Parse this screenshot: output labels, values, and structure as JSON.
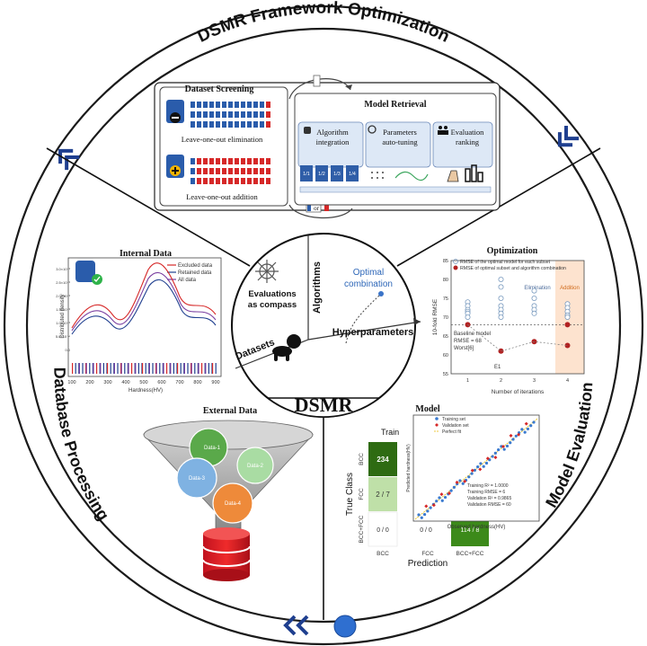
{
  "ring": {
    "title": "DSMR Framework Optimization",
    "left": "Database Processing",
    "right": "Model Evaluation"
  },
  "center": {
    "title": "DSMR",
    "algorithms": "Algorithms",
    "hyperparameters": "Hyperparameters",
    "datasets": "Datasets",
    "compass_line1": "Evaluations",
    "compass_line2": "as compass",
    "optimal_line1": "Optimal",
    "optimal_line2": "combination"
  },
  "screening": {
    "title": "Dataset Screening",
    "elimination": "Leave-one-out elimination",
    "addition": "Leave-one-out addition",
    "or": "or"
  },
  "retrieval": {
    "title": "Model Retrieval",
    "algorithm": [
      "Algorithm",
      "integration"
    ],
    "parameters": [
      "Parameters",
      "auto-tuning"
    ],
    "evaluation": [
      "Evaluation",
      "ranking"
    ],
    "cards": [
      "1/1",
      "1/2",
      "1/3",
      "1/4"
    ]
  },
  "internal": {
    "title": "Internal Data",
    "legend": [
      "Excluded data",
      "Retained data",
      "All data"
    ],
    "ylabel": "Distributed density",
    "xlabel": "Hardness(HV)",
    "xticks": [
      "100",
      "200",
      "300",
      "400",
      "500",
      "600",
      "700",
      "800",
      "900"
    ],
    "yticks": [
      "3.0×10⁻³",
      "2.5×10⁻³",
      "2.0×10⁻³",
      "1.5×10⁻³",
      "1.0×10⁻³",
      "5.0×10⁻⁴",
      "0.0"
    ]
  },
  "external": {
    "title": "External Data",
    "items": [
      "Data-1",
      "Data-2",
      "Data-3",
      "Data-4"
    ]
  },
  "optimization": {
    "title": "Optimization",
    "legend": [
      "RMSE of the optimal model for each subset",
      "RMSE of optimal subset and algorithm combination"
    ],
    "ylabel": "10-fold RMSE",
    "xlabel": "Number of iterations",
    "elimination": "Elimination",
    "addition": "Addition",
    "baseline": [
      "Baseline model",
      "RMSE = 68",
      "Worst[6]"
    ],
    "e1": "E1"
  },
  "model_eval": {
    "title": "Model",
    "train": "Train",
    "true_class": "True Class",
    "prediction": "Prediction",
    "row_labels": [
      "BCC",
      "FCC",
      "BCC+FCC"
    ],
    "col_labels": [
      "BCC",
      "FCC",
      "BCC+FCC"
    ],
    "cells": [
      "234",
      "2 / 7",
      "0 / 0",
      "0 / 0",
      "114 / 8"
    ],
    "scatter_legend": [
      "Training set",
      "Validation set",
      "Perfect fit"
    ],
    "scatter_xlabel": "Observed hardness(HV)",
    "scatter_ylabel": "Predicted hardness(HV)",
    "stats": [
      "Training R² = 1.0000",
      "Training RMSE = 6",
      "Validation R² = 0.9865",
      "Validation RMSE = 60"
    ]
  },
  "chart_data": {
    "type": "scatter",
    "title": "Optimization",
    "xlabel": "Number of iterations",
    "ylabel": "10-fold RMSE",
    "xlim": [
      0.5,
      4.5
    ],
    "ylim": [
      55,
      85
    ],
    "x_ticks": [
      1,
      2,
      3,
      4
    ],
    "y_ticks": [
      55,
      60,
      65,
      70,
      75,
      80,
      85
    ],
    "series": [
      {
        "name": "RMSE of the optimal model for each subset",
        "points": [
          [
            1,
            74
          ],
          [
            1,
            73
          ],
          [
            1,
            72
          ],
          [
            1,
            71.5
          ],
          [
            1,
            71
          ],
          [
            1,
            70
          ],
          [
            2,
            80
          ],
          [
            2,
            78
          ],
          [
            2,
            75
          ],
          [
            2,
            73
          ],
          [
            2,
            72
          ],
          [
            2,
            71
          ],
          [
            2,
            70
          ],
          [
            3,
            77
          ],
          [
            3,
            75
          ],
          [
            3,
            73
          ],
          [
            3,
            72
          ],
          [
            3,
            71
          ],
          [
            4,
            73.5
          ],
          [
            4,
            72.5
          ],
          [
            4,
            71.5
          ],
          [
            4,
            70.5
          ],
          [
            4,
            70
          ]
        ]
      },
      {
        "name": "RMSE of optimal subset and algorithm combination",
        "points": [
          [
            1,
            68
          ],
          [
            2,
            61
          ],
          [
            3,
            63.5
          ],
          [
            4,
            62.5
          ],
          [
            4,
            68
          ]
        ]
      }
    ]
  }
}
